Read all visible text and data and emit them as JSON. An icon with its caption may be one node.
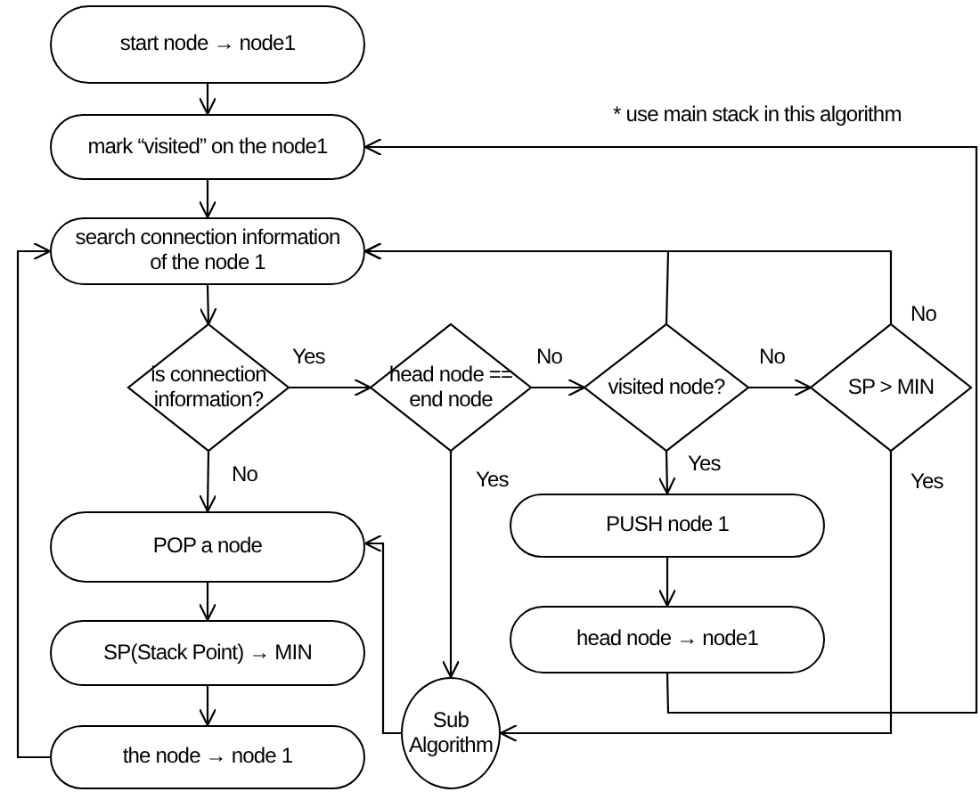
{
  "diagram": {
    "nodes": [
      {
        "text": [
          "start node → node1"
        ]
      },
      {
        "text": [
          "mark “visited” on the node1"
        ]
      },
      {
        "text": [
          "search connection information of the node 1"
        ]
      },
      {
        "text": [
          "is connection information?"
        ]
      },
      {
        "text": [
          "head node == end node"
        ]
      },
      {
        "text": [
          "visited node?"
        ]
      },
      {
        "text": [
          "SP > MIN"
        ]
      },
      {
        "text": [
          "POP a node"
        ]
      },
      {
        "text": [
          "SP(Stack Point) → MIN"
        ]
      },
      {
        "text": [
          "the node → node 1"
        ]
      },
      {
        "text": [
          "Sub Algorithm"
        ]
      },
      {
        "text": [
          "PUSH node 1"
        ]
      },
      {
        "text": [
          "head node →  node1"
        ]
      }
    ],
    "edges": [
      {
        "from": 0,
        "to": 1,
        "arrow": "to"
      },
      {
        "from": 1,
        "to": 2,
        "arrow": "to"
      },
      {
        "from": 2,
        "to": 3,
        "arrow": "to"
      },
      {
        "from": 3,
        "to": 4,
        "arrow": "to",
        "label": "Yes"
      },
      {
        "from": 3,
        "to": 7,
        "arrow": "to",
        "label": "No"
      },
      {
        "from": 4,
        "to": 5,
        "arrow": "to",
        "label": "No"
      },
      {
        "from": 4,
        "to": 10,
        "arrow": "to",
        "label": "Yes"
      },
      {
        "from": 5,
        "to": 6,
        "arrow": "to",
        "label": "No"
      },
      {
        "from": 5,
        "to": 11,
        "arrow": "to",
        "label": "Yes"
      },
      {
        "from": 5,
        "to": 2,
        "arrow": "to"
      },
      {
        "from": 6,
        "to": 2,
        "arrow": "to",
        "label": "No"
      },
      {
        "from": 6,
        "to": 10,
        "arrow": "to",
        "label": "Yes"
      },
      {
        "from": 11,
        "to": 12,
        "arrow": "to"
      },
      {
        "from": 12,
        "to": 1,
        "arrow": "to"
      },
      {
        "from": 10,
        "to": 7,
        "arrow": "to"
      },
      {
        "from": 9,
        "to": 2,
        "arrow": "to"
      },
      {
        "from": 7,
        "to": 8,
        "arrow": "to"
      },
      {
        "from": 8,
        "to": 9,
        "arrow": "to"
      }
    ],
    "labels": [
      "* use main stack in this algorithm"
    ]
  }
}
